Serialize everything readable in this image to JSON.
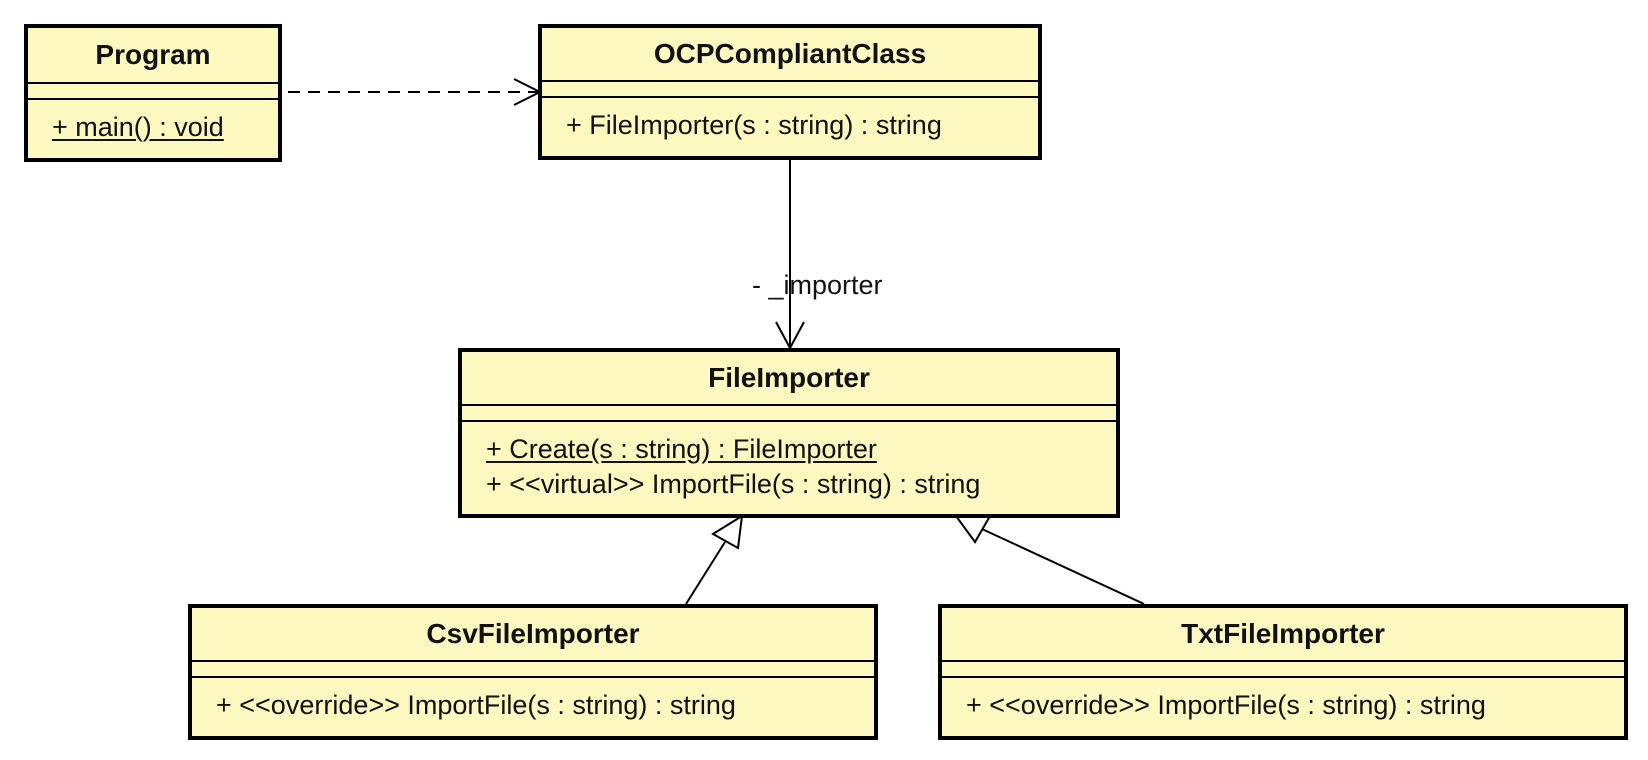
{
  "classes": {
    "program": {
      "name": "Program",
      "operations": [
        {
          "text": "+ main() : void",
          "static": true
        }
      ]
    },
    "ocp": {
      "name": "OCPCompliantClass",
      "operations": [
        {
          "text": "+ FileImporter(s : string) : string",
          "static": false
        }
      ]
    },
    "file_importer": {
      "name": "FileImporter",
      "operations": [
        {
          "text": "+ Create(s : string) : FileImporter",
          "static": true
        },
        {
          "text": "+ <<virtual>> ImportFile(s : string) : string",
          "static": false
        }
      ]
    },
    "csv": {
      "name": "CsvFileImporter",
      "operations": [
        {
          "text": "+ <<override>> ImportFile(s : string) : string",
          "static": false
        }
      ]
    },
    "txt": {
      "name": "TxtFileImporter",
      "operations": [
        {
          "text": "+ <<override>> ImportFile(s : string) : string",
          "static": false
        }
      ]
    }
  },
  "relations": {
    "association_role": "- _importer"
  },
  "colors": {
    "class_fill": "#fcf8c0",
    "stroke": "#000000"
  }
}
